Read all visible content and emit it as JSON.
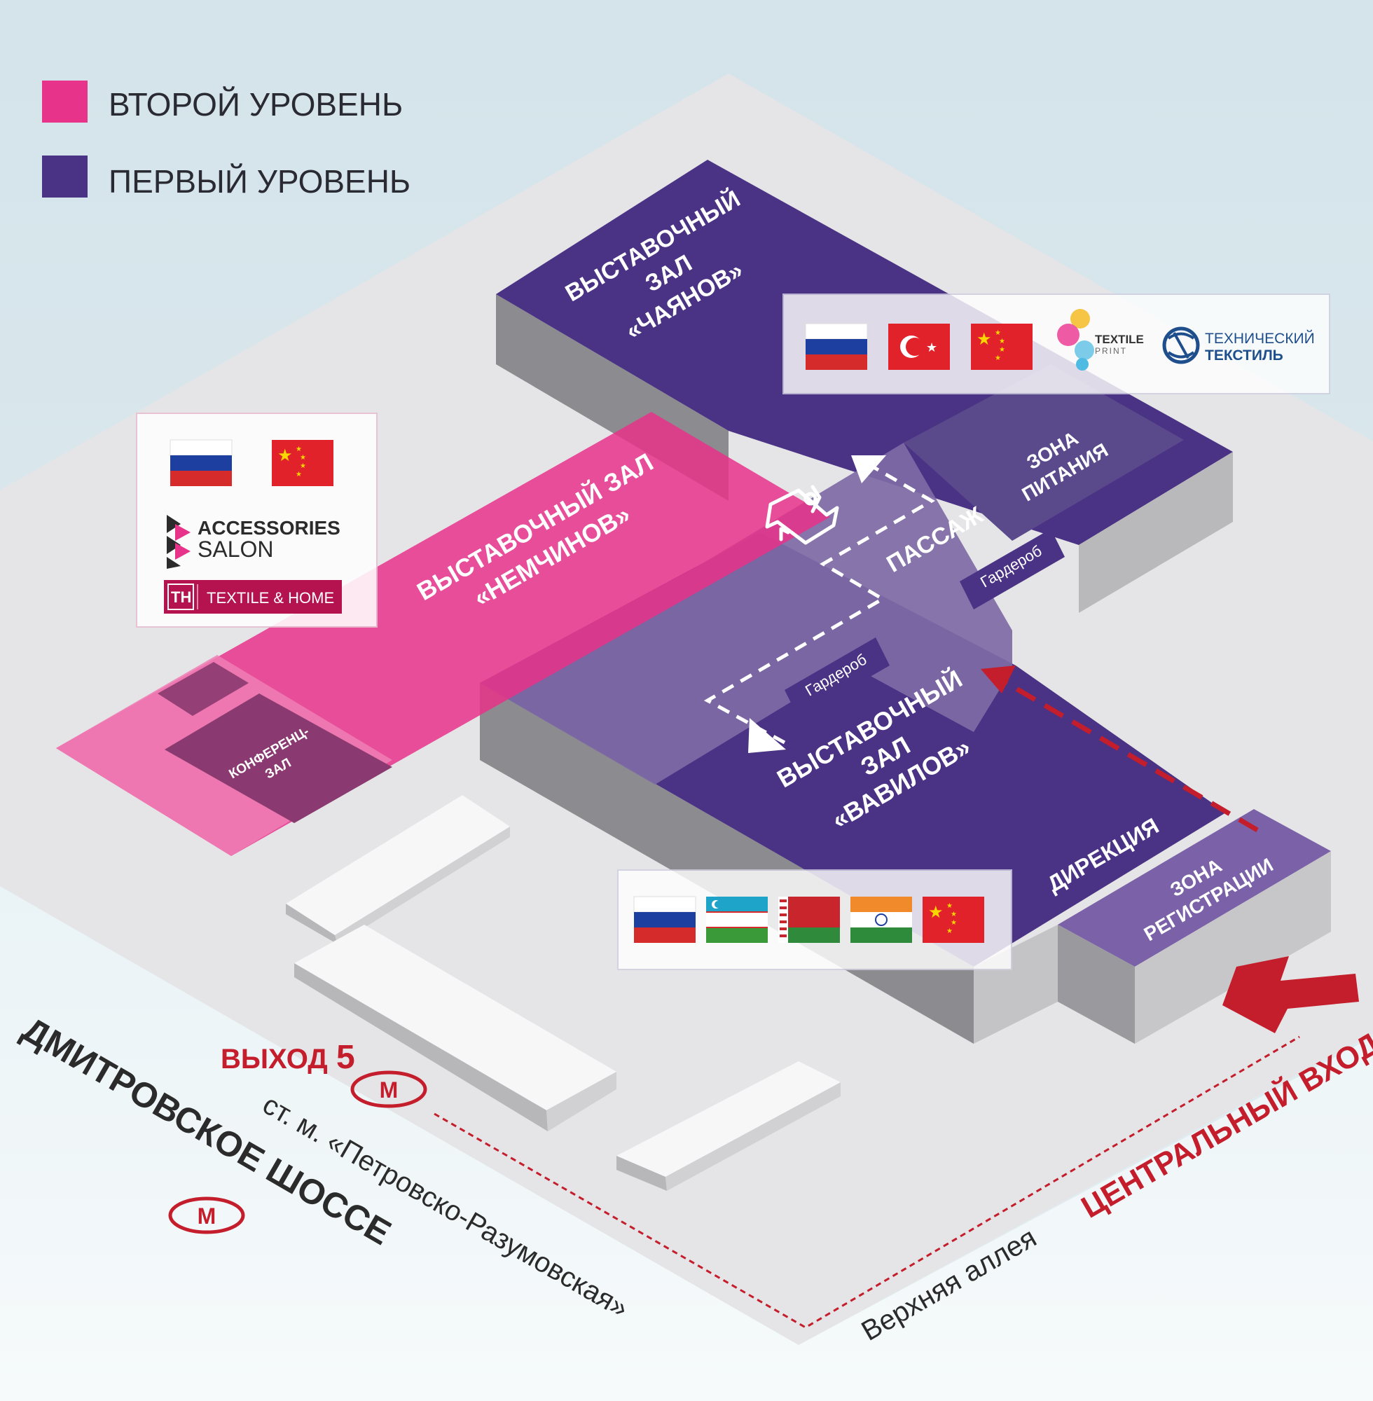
{
  "legend": {
    "level2": {
      "label": "ВТОРОЙ УРОВЕНЬ",
      "color": "#e7338a"
    },
    "level1": {
      "label": "ПЕРВЫЙ УРОВЕНЬ",
      "color": "#4a3284"
    }
  },
  "halls": {
    "chayanov": {
      "line1": "ВЫСТАВОЧНЫЙ",
      "line2": "ЗАЛ",
      "line3": "«ЧАЯНОВ»"
    },
    "nemchinov": {
      "line1": "ВЫСТАВОЧНЫЙ ЗАЛ",
      "line2": "«НЕМЧИНОВ»"
    },
    "vavilov": {
      "line1": "ВЫСТАВОЧНЫЙ",
      "line2": "ЗАЛ",
      "line3": "«ВАВИЛОВ»"
    }
  },
  "zones": {
    "food": {
      "line1": "ЗОНА",
      "line2": "ПИТАНИЯ"
    },
    "passage": "ПАССАЖ",
    "wardrobe_top": "Гардероб",
    "wardrobe_bottom": "Гардероб",
    "conference": {
      "line1": "КОНФЕРЕНЦ-",
      "line2": "ЗАЛ"
    },
    "directorate": "ДИРЕКЦИЯ",
    "registration": {
      "line1": "ЗОНА",
      "line2": "РЕГИСТРАЦИИ"
    }
  },
  "panels": {
    "chayanov": {
      "flags": [
        "russia-flag",
        "turkey-flag",
        "china-flag"
      ],
      "textile_print": {
        "line1": "TEXTILE",
        "line2": "PRINT"
      },
      "tech_textile": {
        "line1": "ТЕХНИЧЕСКИЙ",
        "line2": "ТЕКСТИЛЬ"
      }
    },
    "nemchinov": {
      "flags": [
        "russia-flag",
        "china-flag"
      ],
      "accessories": {
        "line1": "ACCESSORIES",
        "line2": "SALON"
      },
      "textile_home": "TEXTILE & HOME"
    },
    "vavilov": {
      "flags": [
        "russia-flag",
        "uzbekistan-flag",
        "belarus-flag",
        "india-flag",
        "china-flag"
      ]
    }
  },
  "metro": {
    "exit_label": "ВЫХОД",
    "exit_number": "5",
    "station": "ст. м. «Петровско-Разумовская»"
  },
  "streets": {
    "highway": "ДМИТРОВСКОЕ ШОССЕ",
    "alley": "Верхняя аллея",
    "central_entrance": "ЦЕНТРАЛЬНЫЙ ВХОД"
  },
  "colors": {
    "level2": "#e7338a",
    "level1": "#4a3284",
    "accent_red": "#c41d2b",
    "ground": "#e6e6e8",
    "sky": "#d6e5ea"
  }
}
